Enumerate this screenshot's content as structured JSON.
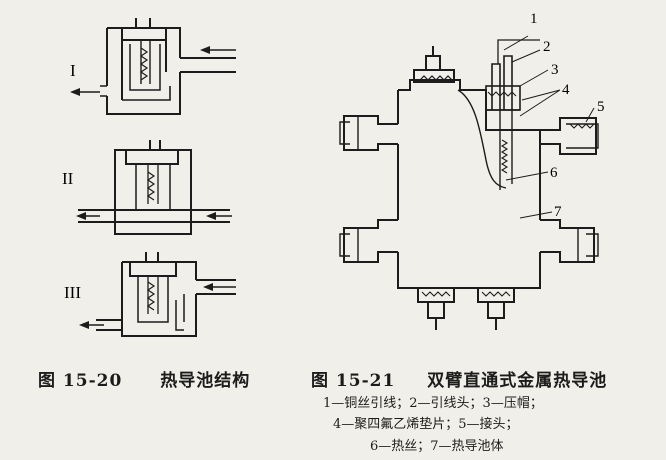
{
  "figure_left": {
    "roman_labels": [
      "I",
      "II",
      "III"
    ],
    "caption_number": "图 15-20",
    "caption_title": "热导池结构"
  },
  "figure_right": {
    "caption_number": "图 15-21",
    "caption_title": "双臂直通式金属热导池",
    "callout_numbers": [
      "1",
      "2",
      "3",
      "4",
      "5",
      "6",
      "7"
    ],
    "legend_lines": [
      "1—铜丝引线；2—引线头；3—压帽；",
      "4—聚四氟乙烯垫片；5—接头；",
      "6—热丝；7—热导池体"
    ]
  }
}
